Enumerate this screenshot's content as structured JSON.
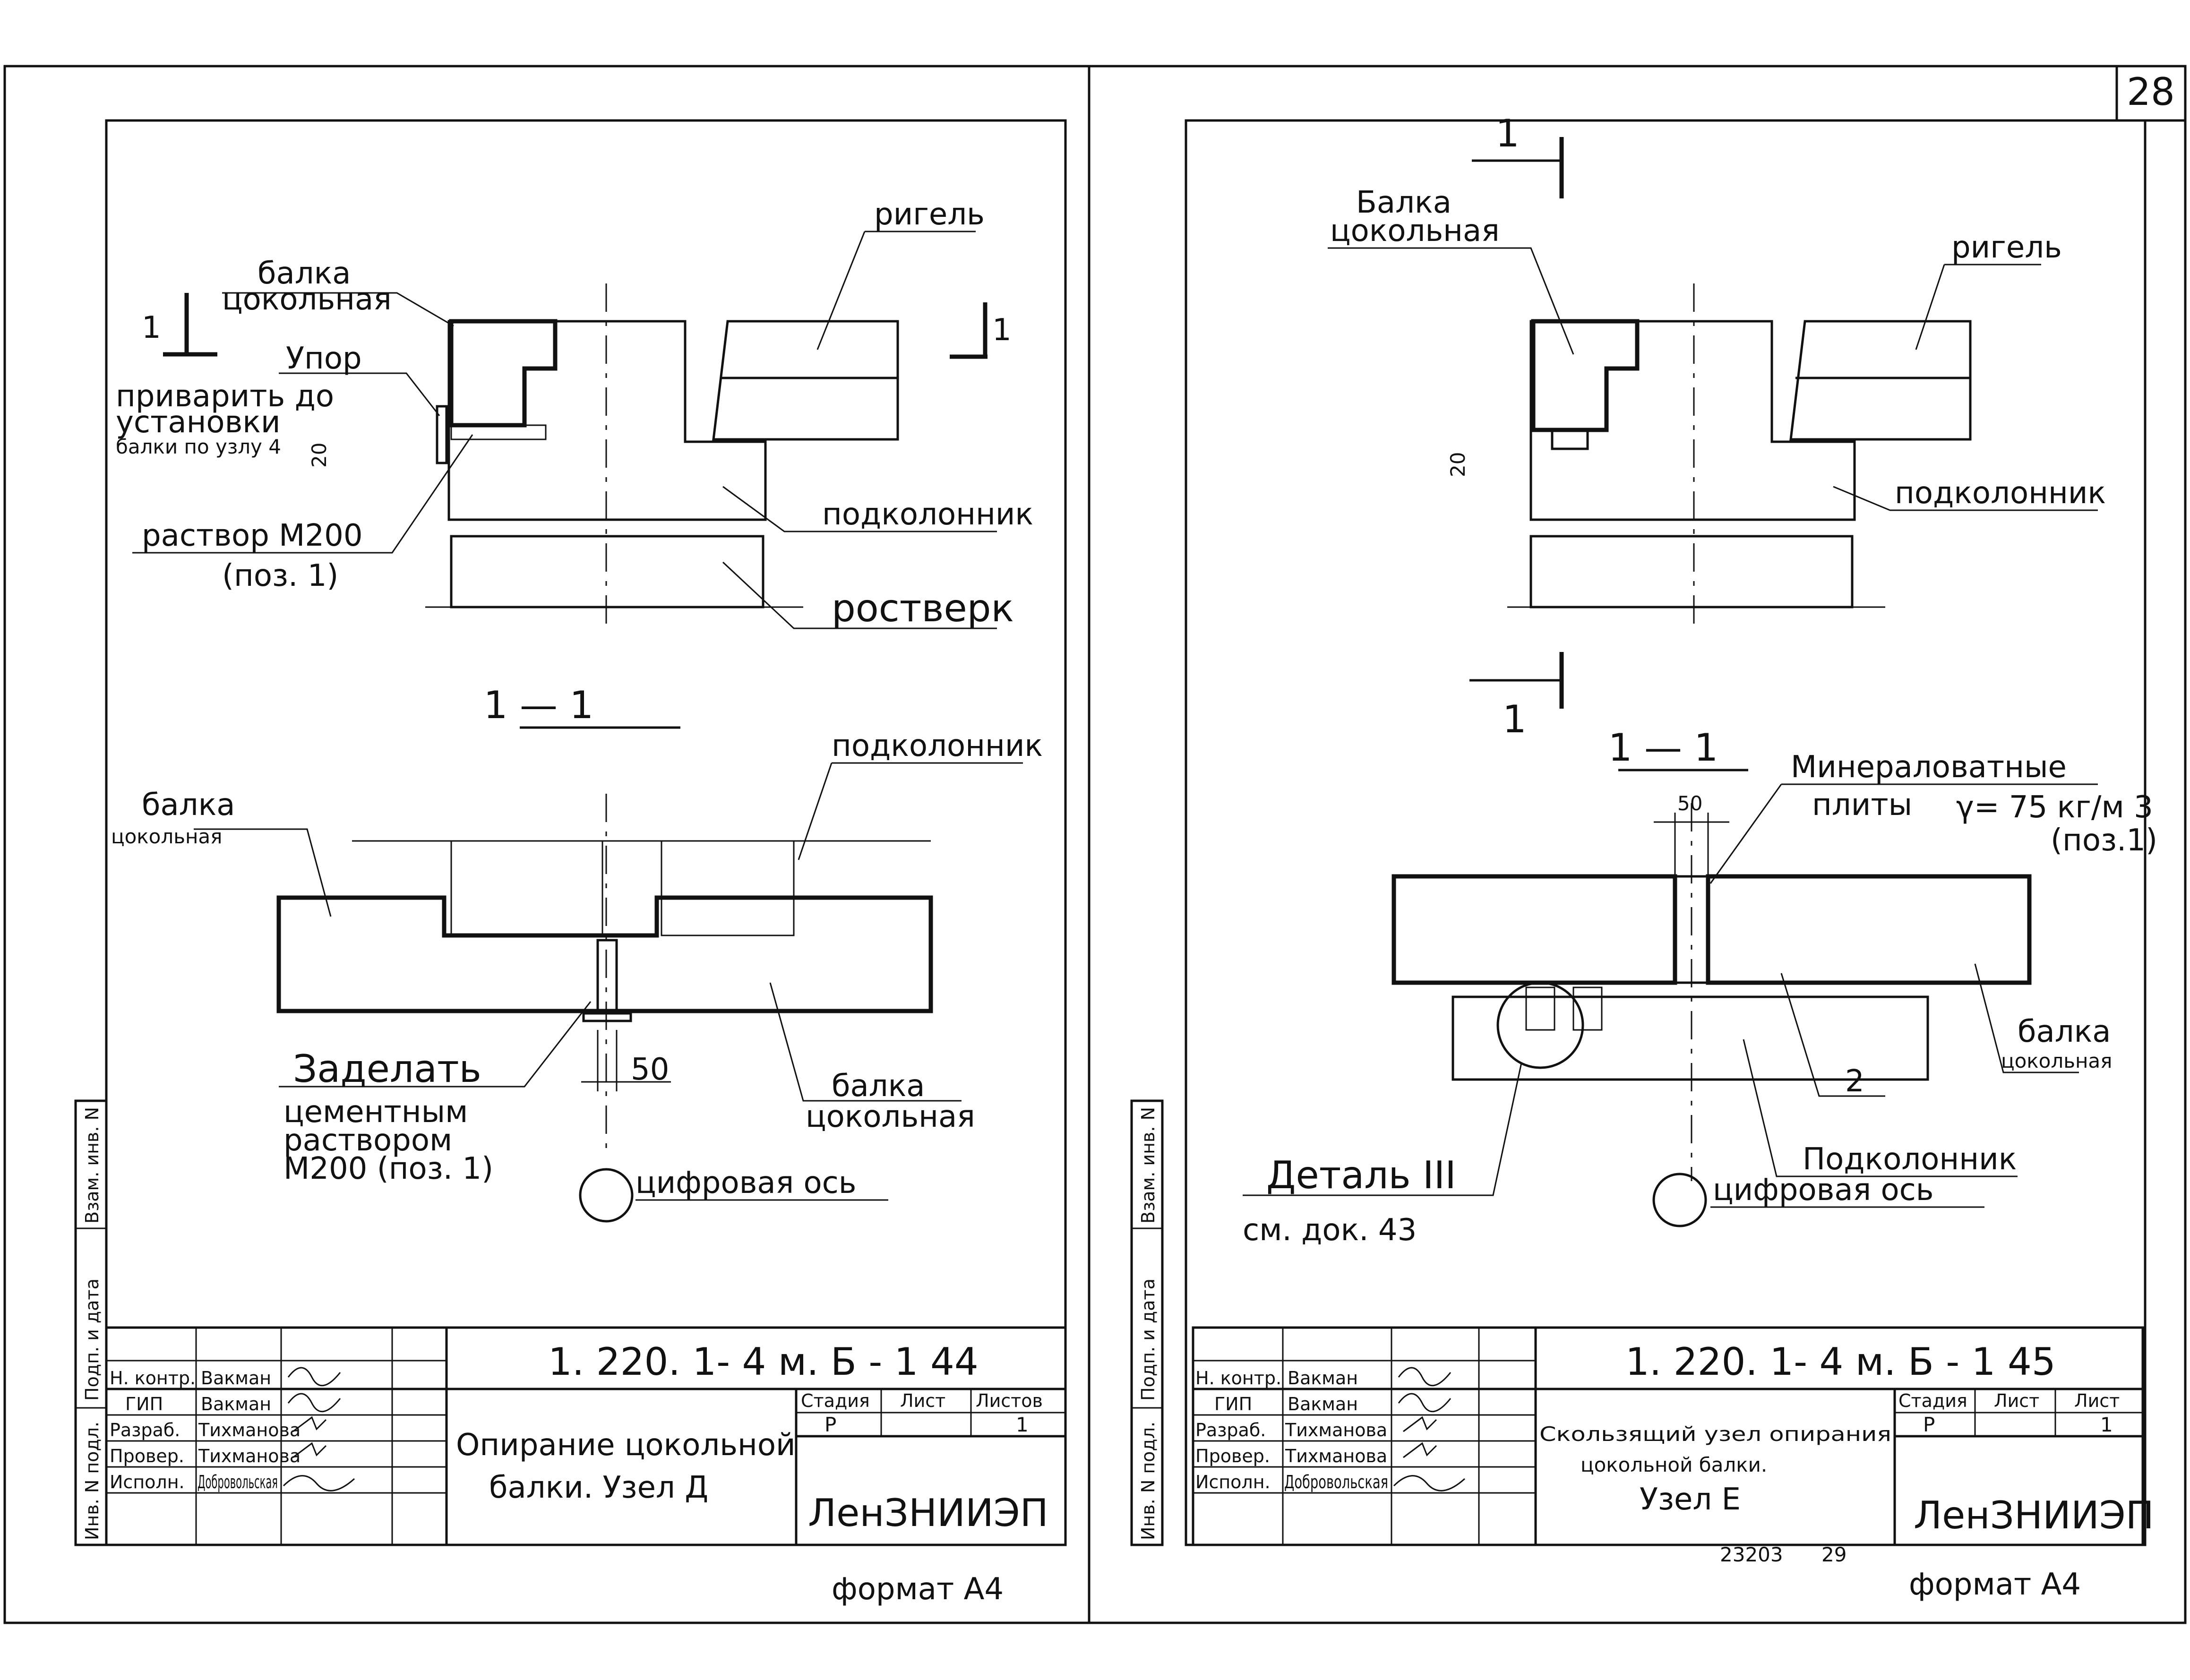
{
  "page_number": "28",
  "left_sheet": {
    "labels": {
      "beam_top": "балка",
      "beam_top_2": "цокольная",
      "rigel": "ригель",
      "stop": "Упор",
      "weld_1": "приварить до",
      "weld_2": "установки",
      "weld_3": "балки по узлу 4",
      "mortar": "раствор М200",
      "mortar_pos": "(поз. 1)",
      "subcolumn": "подколонник",
      "grillage": "ростверк",
      "dim_20": "20",
      "cut_1": "1",
      "cut_1b": "1",
      "section_title": "1 — 1",
      "subcolumn_2": "подколонник",
      "beam_2a": "балка",
      "beam_2b": "цокольная",
      "seal_1": "Заделать",
      "seal_2": "цементным",
      "seal_3": "раствором",
      "seal_4": "М200 (поз. 1)",
      "dim_50": "50",
      "beam_3a": "балка",
      "beam_3b": "цокольная",
      "axis": "цифровая ось",
      "format": "формат А4"
    },
    "title_block": {
      "code": "1. 220. 1- 4 м.  Б - 1     44",
      "title_1": "Опирание цокольной",
      "title_2": "балки.  Узел Д",
      "org": "ЛенЗНИИЭП",
      "stage_h": "Стадия",
      "sheet_h": "Лист",
      "sheets_h": "Листов",
      "stage": "Р",
      "sheet": "",
      "sheets": "1",
      "roles": [
        "Н. контр.",
        "ГИП",
        "Разраб.",
        "Провер.",
        "Исполн."
      ],
      "names": [
        "Вакман",
        "Вакман",
        "Тихманова",
        "Тихманова",
        "Добровольская"
      ],
      "side_1": "Инв. N подл.",
      "side_2": "Подп. и дата",
      "side_3": "Взам. инв. N"
    }
  },
  "right_sheet": {
    "labels": {
      "beam_a": "Балка",
      "beam_b": "цокольная",
      "rigel": "ригель",
      "dim_20": "20",
      "subcolumn": "подколонник",
      "cut_1": "1",
      "cut_1b": "1",
      "section_title": "1 — 1",
      "mineral_1": "Минераловатные",
      "mineral_2": "плиты",
      "density": "γ= 75 кг/м 3",
      "mineral_pos": "(поз.1)",
      "dim_50": "50",
      "beam_c": "балка",
      "beam_d": "цокольная",
      "pos_2": "2",
      "detail": "Деталь  III",
      "see_doc": "см. док.  43",
      "subcolumn_2": "Подколонник",
      "axis": "цифровая ось",
      "format": "формат А4",
      "inv_number": "23203",
      "page_2": "29"
    },
    "title_block": {
      "code": "1. 220. 1- 4 м.   Б - 1    45",
      "title_1": "Скользящий узел опирания",
      "title_2": "цокольной балки.",
      "title_3": "Узел Е",
      "org": "ЛенЗНИИЭП",
      "stage_h": "Стадия",
      "sheet_h": "Лист",
      "sheets_h": "Лист",
      "stage": "Р",
      "sheet": "",
      "sheets": "1",
      "roles": [
        "Н. контр.",
        "ГИП",
        "Разраб.",
        "Провер.",
        "Исполн."
      ],
      "names": [
        "Вакман",
        "Вакман",
        "Тихманова",
        "Тихманова",
        "Добровольская"
      ],
      "side_1": "Инв. N подл.",
      "side_2": "Подп. и дата",
      "side_3": "Взам. инв. N"
    }
  }
}
